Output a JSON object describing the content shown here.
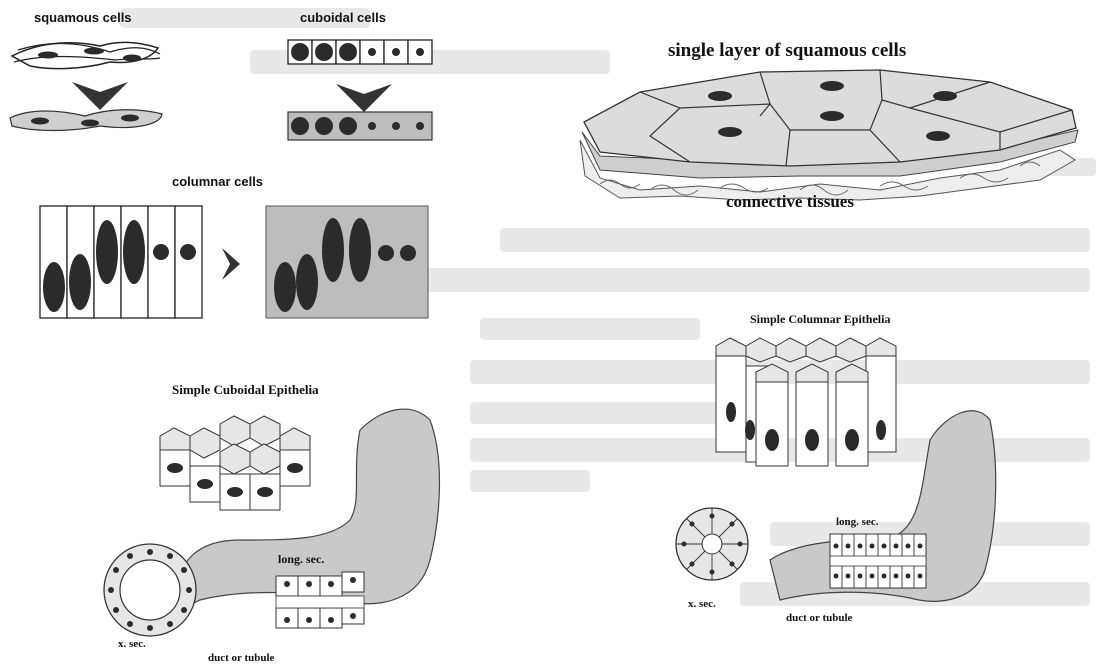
{
  "labels": {
    "squamous": "squamous cells",
    "cuboidal": "cuboidal cells",
    "columnar": "columnar cells",
    "single_layer": "single layer of squamous cells",
    "connective": "connective tissues",
    "simple_cuboidal": "Simple Cuboidal Epithelia",
    "simple_columnar": "Simple Columnar Epithelia",
    "long_sec_left": "long. sec.",
    "x_sec_left": "x. sec.",
    "duct_left": "duct or tubule",
    "long_sec_right": "long. sec.",
    "x_sec_right": "x. sec.",
    "duct_right": "duct or tubule"
  },
  "colors": {
    "nucleus": "#2b2b2b",
    "cell_fill": "#dcdcdc",
    "shaded_box": "#bdbdbd",
    "duct_fill": "#c9c9c9",
    "faded_text": "#e6e6e6"
  }
}
